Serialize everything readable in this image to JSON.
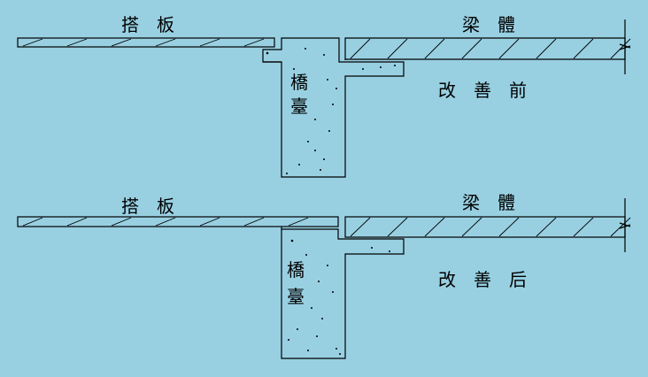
{
  "colors": {
    "background": "#98D0E2",
    "line": "#000000"
  },
  "before": {
    "approach_slab": "搭　板",
    "girder": "梁　體",
    "abutment_top": "橋",
    "abutment_bottom": "臺",
    "caption": "改　善　前"
  },
  "after": {
    "approach_slab": "搭　板",
    "girder": "梁　體",
    "abutment_top": "橋",
    "abutment_bottom": "臺",
    "caption": "改　善　后"
  }
}
